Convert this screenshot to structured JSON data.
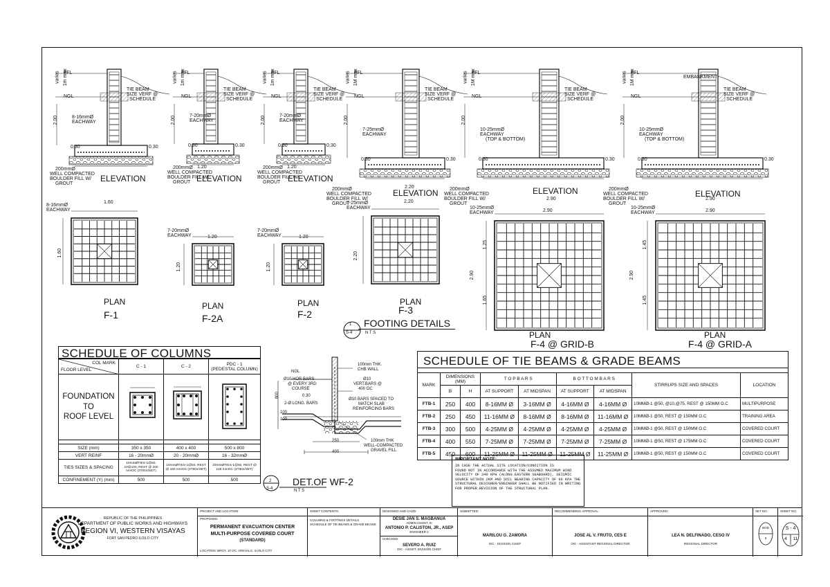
{
  "drawing": {
    "elevation_word": "ELEVATION",
    "plan_word": "PLAN",
    "grade_labels": {
      "ffl": "FFL",
      "ngl": "NGL",
      "embankment": "EMBANKMENT",
      "varies": "varies",
      "onem": "1m max",
      "onem_b": "1M max"
    },
    "tie_beam_note": [
      "TIE BEAM",
      "SIZE VERF @",
      "SCHEDULE"
    ],
    "fill_note": [
      "200mmØ",
      "WELL COMPACTED",
      "BOULDER FILL W/",
      "GROUT"
    ],
    "dims": {
      "d200": "2.00",
      "d030": "0.30",
      "d120": "1.20",
      "d160": "1.60",
      "d220": "2.20",
      "d290": "2.90",
      "d125": "1.25",
      "d165": "1.65",
      "d145": "1.45"
    },
    "footings": [
      {
        "name": "F-1",
        "bars": "8-16mmØ",
        "each": "EACHWAY"
      },
      {
        "name": "F-2A",
        "bars": "7-20mmØ",
        "each": "EACHWAY"
      },
      {
        "name": "F-2",
        "bars": "7-20mmØ",
        "each": "EACHWAY"
      },
      {
        "name": "F-3",
        "bars": "7-25mmØ",
        "each": "EACHWAY"
      },
      {
        "name": "F-4 @ GRID-B",
        "bars": "10-25mmØ",
        "each": "EACHWAY",
        "tb": "(TOP & BOTTOM)"
      },
      {
        "name": "F-4 @ GRID-A",
        "bars": "10-25mmØ",
        "each": "EACHWAY",
        "tb": "(TOP & BOTTOM)"
      }
    ],
    "footing_details": {
      "num": "1",
      "sheet": "S-4",
      "title": "FOOTING DETAILS",
      "scale": "N T S"
    },
    "wf2": {
      "num": "2",
      "sheet": "S-4",
      "title": "DET.OF WF-2",
      "scale": "N T S",
      "ngl": "NGL",
      "wall": [
        "100mm THK.",
        "CHB WALL"
      ],
      "hor": [
        "Ø10 HOR BARS",
        "@ EVERY 3RD",
        "COURSE"
      ],
      "vert": [
        "Ø10",
        "VERT.BARS @",
        "400 OC"
      ],
      "slab": [
        "Ø10 BARS SPACED TO",
        "MATCH SLAB",
        "REINFORCING BARS"
      ],
      "long": "2-Ø LONG. BARS",
      "gravel": [
        "100mm THK",
        "WELL-COMPACTED",
        "GRAVEL FILL"
      ],
      "d030": "0.30",
      "d800": "800",
      "d100": "100",
      "d250": "250",
      "d400": "400"
    }
  },
  "columns_schedule": {
    "title": "SCHEDULE OF COLUMNS",
    "col_mark": "COL MARK",
    "floor_level": "FLOOR LEVEL",
    "marks": [
      "C - 1",
      "C - 2",
      "PDC - 1"
    ],
    "pedestal": "(PEDESTAL COLUMN)",
    "level": [
      "FOUNDATION",
      "TO",
      "ROOF LEVEL"
    ],
    "rows": [
      {
        "label": "SIZE (mm)",
        "values": [
          "350 x 350",
          "400 x 400",
          "500 x 800"
        ]
      },
      {
        "label": "VERT REINF",
        "values": [
          "16 - 20mmØ",
          "20 - 20mmØ",
          "16 - 32mmØ"
        ]
      },
      {
        "label": "TIES SIZES & SPACING",
        "values": [
          "10mmØTIES-1@50, 10@100, REST @ 200 mmOC (3TIES/SET)",
          "10mmØTIES-1@50, REST @ 150 mmOC (2TIES/SET)",
          "10mmØTIES-1@50, REST @ 125 mmOC (3TIES/SET)"
        ]
      },
      {
        "label": "CONFINEMENT (Y) (mm)",
        "values": [
          "500",
          "500",
          "500"
        ]
      }
    ]
  },
  "tie_beams_schedule": {
    "title": "SCHEDULE OF TIE BEAMS & GRADE BEAMS",
    "headers": {
      "mark": "MARK",
      "dims": "DIMENSIONS (MM)",
      "b": "B",
      "h": "H",
      "top": "T O P   B A R S",
      "bottom": "B O T T O M   B A R S",
      "support": "AT SUPPORT",
      "midspan": "AT MIDSPAN",
      "stirrups": "STIRRUPS SIZE AND SPACES",
      "location": "LOCATION"
    },
    "rows": [
      {
        "mark": "FTB-1",
        "b": "250",
        "h": "400",
        "ts": "8-16MM Ø",
        "tm": "3-16MM Ø",
        "bs": "4-16MM Ø",
        "bm": "4-16MM Ø",
        "stir": "10MMØ-1 @50, @10,@75, REST @ 150MM O.C",
        "loc": "MULTIPURPOSE"
      },
      {
        "mark": "FTB-2",
        "b": "250",
        "h": "450",
        "ts": "11-16MM Ø",
        "tm": "8-16MM Ø",
        "bs": "8-16MM Ø",
        "bm": "11-16MM Ø",
        "stir": "10MMØ-1 @50,  REST @ 150MM O.C",
        "loc": "TRAINING AREA"
      },
      {
        "mark": "FTB-3",
        "b": "300",
        "h": "500",
        "ts": "4-25MM Ø",
        "tm": "4-25MM Ø",
        "bs": "4-25MM Ø",
        "bm": "4-25MM Ø",
        "stir": "10MMØ-1 @50,  REST @ 150MM O.C",
        "loc": "COVERED COURT"
      },
      {
        "mark": "FTB-4",
        "b": "400",
        "h": "550",
        "ts": "7-25MM Ø",
        "tm": "7-25MM Ø",
        "bs": "7-25MM Ø",
        "bm": "7-25MM Ø",
        "stir": "10MMØ-1 @50,  REST @ 175MM O.C",
        "loc": "COVERED COURT"
      },
      {
        "mark": "FTB-5",
        "b": "450",
        "h": "600",
        "ts": "11-25MM Ø",
        "tm": "11-25MM Ø",
        "bs": "11-25MM Ø",
        "bm": "11-25MM Ø",
        "stir": "10MMØ-1 @50,  REST @ 150MM O.C",
        "loc": "COVERED COURT"
      }
    ]
  },
  "important_note": {
    "title": "IMPORTANT NOTE:",
    "body": [
      "IN CASE THE ACTUAL SITE LOCATION/CONDITION IS",
      "FOUND NOT IN ACCORDANCE WITH THE ASSUMED MAXIMUM WIND",
      "VELOCITY OF 340 KPH (ALONG EASTERN SEABOARD), SEISMIC",
      "SOURCE WITHIN 2KM AND SOIL BEARING CAPACITY OF 96 KPA THE",
      "STRUCTURAL DESIGNER/ENGINEER SHALL BE NOTIFIED IN WRITING",
      "FOR PROPER REVISION OF THE STRUCTURAL PLAN."
    ]
  },
  "title_block": {
    "agency": [
      "REPUBLIC OF THE PHILIPPINES",
      "DEPARTMENT OF PUBLIC WORKS AND HIGHWAYS"
    ],
    "region": "REGION VI, WESTERN VISAYAS",
    "city": "FORT SAN PEDRO ILOILO CITY",
    "project_label": "PROJECT AND LOCATION:",
    "proposed": "PROPOSED",
    "project": [
      "PERMANENT EVACUATION CENTER",
      "MULTI-PURPOSE COVERED COURT",
      "(STANDARD)"
    ],
    "location": "LOCATION: BRGY. 10 OC, AREVALO, ILOILO CITY",
    "sheet_contents_label": "SHEET CONTENTS:",
    "sheet_contents": [
      "COLUMNS & FOOTINGS DETAILS",
      "SCHEDULE OF TIE BEAMS & GRADE BEAMS"
    ],
    "designed_label": "DESIGNED AND CADD:",
    "designers": [
      {
        "name": "DESIE JAN S. MAGBANUA",
        "role": "ADMIN ASSIST. III"
      },
      {
        "name": "ANTONIO P. CALISTON, JR., ASEP",
        "role": "ENGINEER II"
      }
    ],
    "checked_label": "CHECKED:",
    "checker": {
      "name": "SEVERO A. RUIZ",
      "role": "OIC - ASSIST. DIVISION CHIEF"
    },
    "submitted_label": "SUBMITTED:",
    "submitted": {
      "name": "MARILOU G. ZAMORA",
      "role": "OIC - DIVISION CHIEF"
    },
    "recommending_label": "RECOMMENDING APPROVAL:",
    "recommending": {
      "name": "JOSE AL V. FRUTO, CES E",
      "role": "OIC - ASSISTANT REGIONAL DIRECTOR"
    },
    "approved_label": "APPROVED:",
    "approved": {
      "name": "LEA N. DELFINADO, CESO IV",
      "role": "REGIONAL DIRECTOR"
    },
    "set_label": "SET NO.",
    "set_code": "BOD",
    "set_no": "8",
    "sheet_label": "SHEET NO.",
    "sheet_code": "S - 4",
    "sheet_num": "4",
    "sheet_total": "11"
  }
}
